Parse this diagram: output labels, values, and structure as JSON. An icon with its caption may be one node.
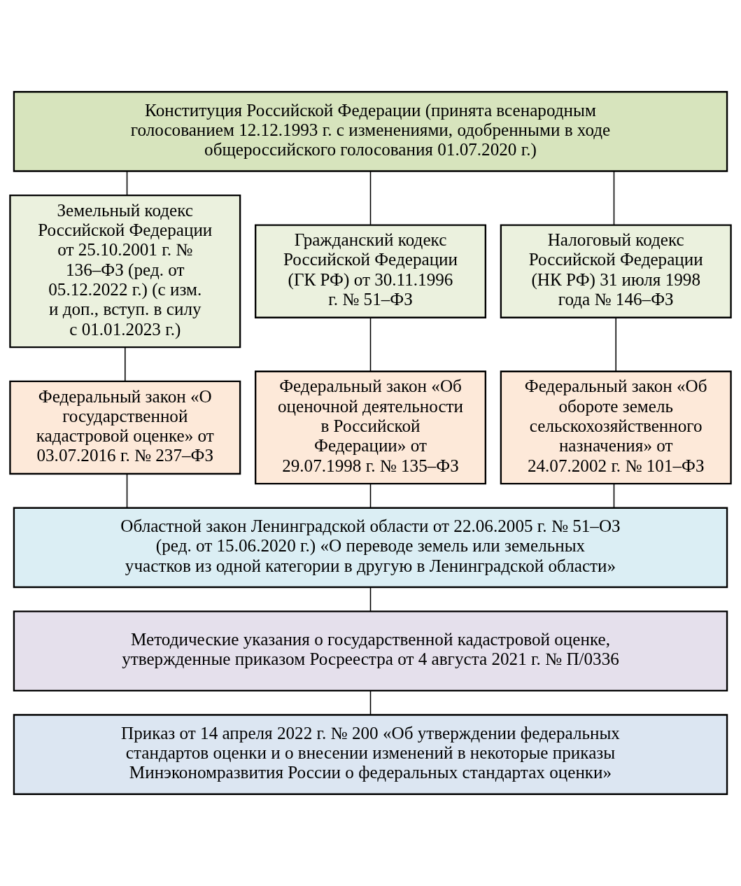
{
  "diagram": {
    "nodes": [
      {
        "text": [
          "Конституция Российской Федерации (принята всенародным голосованием 12.12.1993 г. с изменениями, одобренными в ходе общероссийского голосования 01.07.2020 г.)"
        ]
      },
      {
        "text": [
          "Земельный кодекс Российской Федерации от 25.10.2001 г. № 136–ФЗ (ред. от 05.12.2022 г.) (с изм. и доп., вступ. в силу с 01.01.2023 г.)"
        ]
      },
      {
        "text": [
          "Гражданский кодекс Российской Федерации (ГК РФ) от 30.11.1996 г. № 51–ФЗ"
        ]
      },
      {
        "text": [
          "Налоговый кодекс Российской Федерации (НК РФ) 31 июля 1998 года № 146–ФЗ"
        ]
      },
      {
        "text": [
          "Федеральный закон «О государственной кадастровой оценке» от 03.07.2016 г. № 237–ФЗ"
        ]
      },
      {
        "text": [
          "Федеральный закон «Об оценочной деятельности в Российской Федерации» от 29.07.1998 г. № 135–ФЗ"
        ]
      },
      {
        "text": [
          "Федеральный закон «Об обороте земель сельскохозяйственного назначения» от 24.07.2002 г. № 101–ФЗ"
        ]
      },
      {
        "text": [
          "Областной закон Ленинградской области от 22.06.2005 г. № 51–ОЗ (ред. от 15.06.2020 г.) «О переводе земель или земельных участков из одной категории в другую в Ленинградской области»"
        ]
      },
      {
        "text": [
          "Методические указания о государственной кадастровой оценке, утвержденные приказом Росреестра от 4 августа 2021 г. № П/0336"
        ]
      },
      {
        "text": [
          "Приказ от 14 апреля 2022 г. № 200 «Об утверждении федеральных стандартов оценки и о внесении изменений в некоторые приказы Минэкономразвития России о федеральных стандартах оценки»"
        ]
      }
    ],
    "edges": [
      {
        "from": 0,
        "to": 1,
        "arrow": "none"
      },
      {
        "from": 0,
        "to": 2,
        "arrow": "none"
      },
      {
        "from": 0,
        "to": 3,
        "arrow": "none"
      },
      {
        "from": 1,
        "to": 4,
        "arrow": "none"
      },
      {
        "from": 2,
        "to": 5,
        "arrow": "none"
      },
      {
        "from": 3,
        "to": 6,
        "arrow": "none"
      },
      {
        "from": 4,
        "to": 7,
        "arrow": "none"
      },
      {
        "from": 5,
        "to": 7,
        "arrow": "none"
      },
      {
        "from": 6,
        "to": 7,
        "arrow": "none"
      },
      {
        "from": 7,
        "to": 8,
        "arrow": "none"
      },
      {
        "from": 8,
        "to": 9,
        "arrow": "none"
      }
    ]
  }
}
